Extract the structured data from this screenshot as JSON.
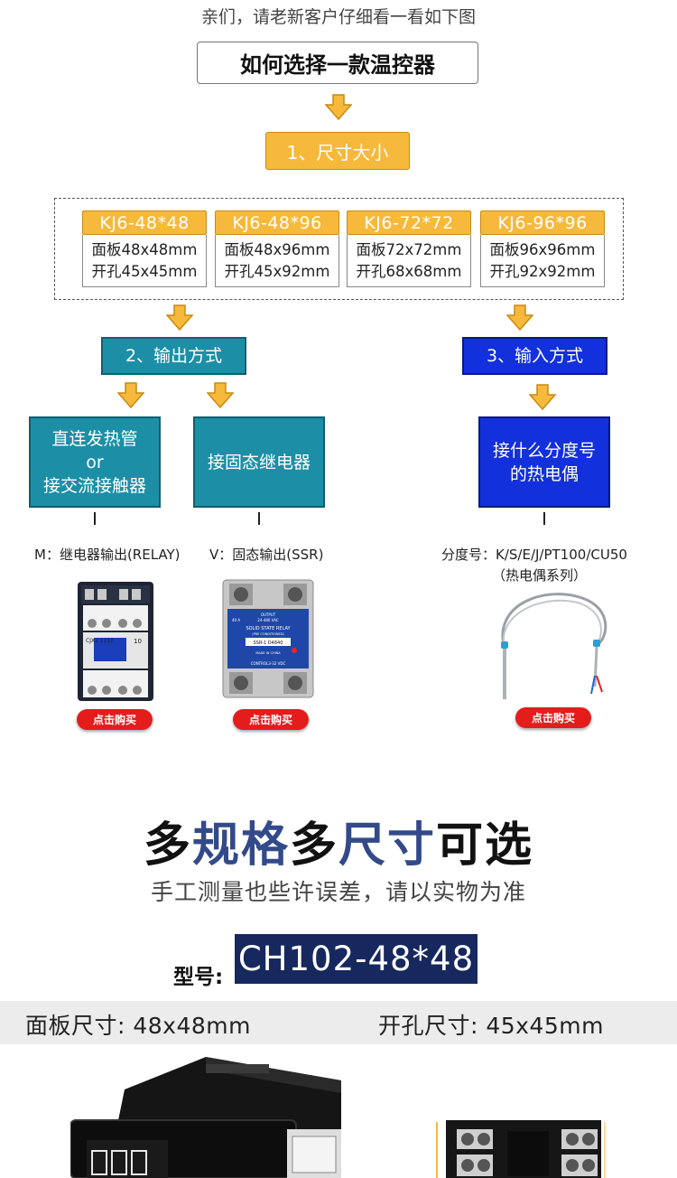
{
  "intro_text": "亲们，请老新客户仔细看一看如下图",
  "main_title": "如何选择一款温控器",
  "step1_label": "1、尺寸大小",
  "models": [
    {
      "name": "KJ6-48*48",
      "panel": "面板48x48mm",
      "hole": "开孔45x45mm"
    },
    {
      "name": "KJ6-48*96",
      "panel": "面板48x96mm",
      "hole": "开孔45x92mm"
    },
    {
      "name": "KJ6-72*72",
      "panel": "面板72x72mm",
      "hole": "开孔68x68mm"
    },
    {
      "name": "KJ6-96*96",
      "panel": "面板96x96mm",
      "hole": "开孔92x92mm"
    }
  ],
  "step2_label": "2、输出方式",
  "step3_label": "3、输入方式",
  "output_option1": {
    "line1": "直连发热管",
    "line2": "or",
    "line3": "接交流接触器"
  },
  "output_option2": "接固态继电器",
  "input_option": {
    "line1": "接什么分度号",
    "line2": "的热电偶"
  },
  "caption_relay": "M：继电器输出(RELAY)",
  "caption_ssr": "V：固态输出(SSR)",
  "caption_sensor_line1": "分度号：K/S/E/J/PT100/CU50",
  "caption_sensor_line2": "（热电偶系列）",
  "buy_label": "点击购买",
  "contactor_text": {
    "model": "CJX2 1210",
    "num": "10"
  },
  "ssr_text": {
    "l1": "OUTPUT",
    "l2": "24-480 VAC",
    "l3": "SOLID STATE RELAY",
    "l4": "(PRE CONDITIONED)",
    "l5": "SSR-1 D4840",
    "l6": "MADE IN CHINA",
    "l7": "CONTROL3-32 VDC",
    "amp": "40 A"
  },
  "headline": {
    "p1": "多",
    "p2": "规格",
    "p3": "多",
    "p4": "尺寸",
    "p5": "可选"
  },
  "subtitle": "手工测量也些许误差，请以实物为准",
  "model_prefix": "型号:",
  "model_value": "CH102-48*48",
  "panel_size": "面板尺寸: 48x48mm",
  "hole_size": "开孔尺寸: 45x45mm",
  "colors": {
    "orange": "#f7b93c",
    "teal": "#1c8fa6",
    "blue": "#1330dd",
    "navy": "#17285e",
    "red": "#e51c1c"
  },
  "icons": [
    "down-arrow-icon"
  ]
}
